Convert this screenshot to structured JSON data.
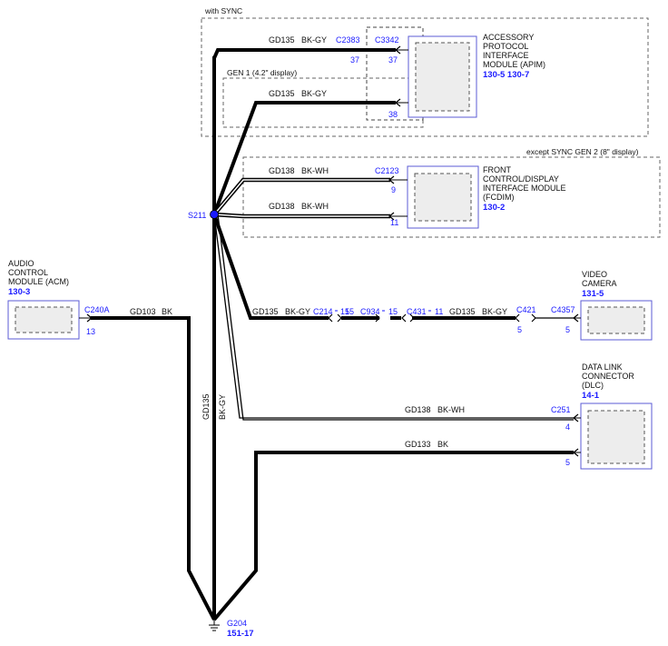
{
  "sections": {
    "with_sync": "with SYNC",
    "gen1": "GEN 1 (4.2\" display)",
    "except_sync_gen2": "except SYNC GEN 2 (8\" display)"
  },
  "modules": {
    "apim": {
      "lines": [
        "ACCESSORY",
        "PROTOCOL",
        "INTERFACE",
        "MODULE (APIM)"
      ],
      "ref": "130-5  130-7"
    },
    "fcdim": {
      "lines": [
        "FRONT",
        "CONTROL/DISPLAY",
        "INTERFACE MODULE",
        "(FCDIM)"
      ],
      "ref": "130-2"
    },
    "acm": {
      "lines": [
        "AUDIO",
        "CONTROL",
        "MODULE (ACM)"
      ],
      "ref": "130-3"
    },
    "camera": {
      "lines": [
        "VIDEO",
        "CAMERA"
      ],
      "ref": "131-5"
    },
    "dlc": {
      "lines": [
        "DATA LINK",
        "CONNECTOR",
        "(DLC)"
      ],
      "ref": "14-1"
    }
  },
  "connectors": {
    "c2383": "C2383",
    "c3342": "C3342",
    "c2123": "C2123",
    "c240a": "C240A",
    "c214": "C214",
    "c934": "C934",
    "c431": "C431",
    "c421": "C421",
    "c4357": "C4357",
    "c251": "C251"
  },
  "pins": {
    "c2383": "37",
    "c3342": "37",
    "c3342_b": "38",
    "c2123_a": "9",
    "c2123_b": "11",
    "c240a": "13",
    "c214": "15",
    "c934_l": "15",
    "c934_r": "15",
    "c431": "11",
    "c421": "5",
    "c4357": "5",
    "c251_a": "4",
    "c251_b": "5"
  },
  "wires": {
    "w1": {
      "circuit": "GD135",
      "color": "BK-GY"
    },
    "w2": {
      "circuit": "GD135",
      "color": "BK-GY"
    },
    "w3": {
      "circuit": "GD138",
      "color": "BK-WH"
    },
    "w4": {
      "circuit": "GD138",
      "color": "BK-WH"
    },
    "w5": {
      "circuit": "GD103",
      "color": "BK"
    },
    "w6a": {
      "circuit": "GD135",
      "color": "BK-GY"
    },
    "w6b": {
      "circuit": "GD135",
      "color": "BK-GY"
    },
    "w7": {
      "circuit": "GD138",
      "color": "BK-WH"
    },
    "w8": {
      "circuit": "GD133",
      "color": "BK"
    },
    "vertical": {
      "circuit": "GD135",
      "color": "BK-GY"
    }
  },
  "splice": "S211",
  "ground": {
    "label": "G204",
    "ref": "151-17"
  }
}
